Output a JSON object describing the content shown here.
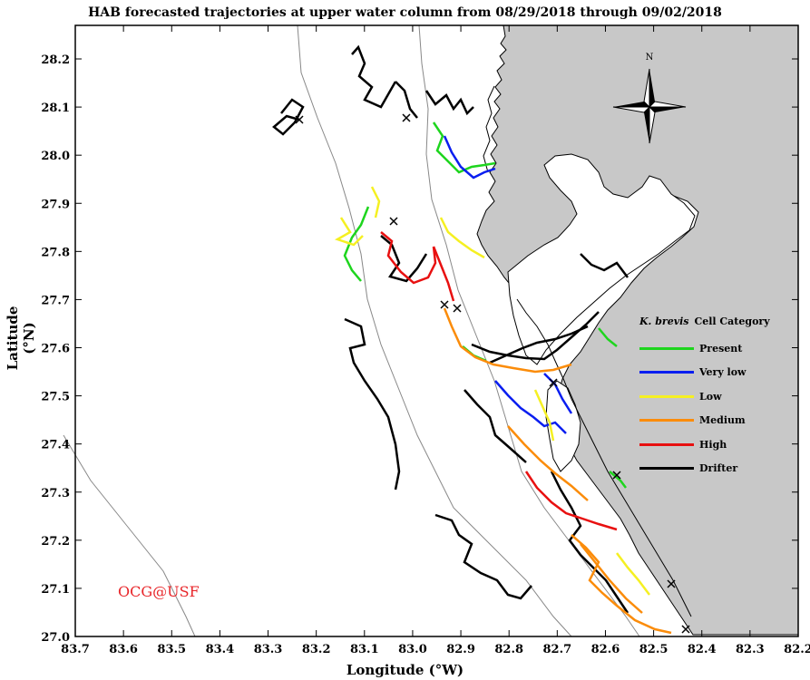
{
  "title": "HAB forecasted trajectories at upper water column from 08/29/2018 through 09/02/2018",
  "x_axis": {
    "label": "Longitude (°W)",
    "ticks": [
      "83.7",
      "83.6",
      "83.5",
      "83.4",
      "83.3",
      "83.2",
      "83.1",
      "83.0",
      "82.9",
      "82.8",
      "82.7",
      "82.6",
      "82.5",
      "82.4",
      "82.3",
      "82.2"
    ]
  },
  "y_axis": {
    "label": "Latitude (°N)",
    "ticks": [
      "28.2",
      "28.1",
      "28.0",
      "27.9",
      "27.8",
      "27.7",
      "27.6",
      "27.5",
      "27.4",
      "27.3",
      "27.2",
      "27.1",
      "27.0"
    ]
  },
  "compass": {
    "label": "N",
    "icon": "compass-rose-icon"
  },
  "legend": {
    "species": "K. brevis",
    "heading": "Cell Category",
    "items": [
      {
        "label": "Present",
        "color": "#1ed51e"
      },
      {
        "label": "Very low",
        "color": "#0a1ef0"
      },
      {
        "label": "Low",
        "color": "#f5f022"
      },
      {
        "label": "Medium",
        "color": "#fb8c0a"
      },
      {
        "label": "High",
        "color": "#e81010"
      },
      {
        "label": "Drifter",
        "color": "#000000"
      }
    ]
  },
  "watermark": "OCG@USF",
  "colors": {
    "land": "#c8c8c8",
    "water": "#ffffff",
    "contour": "#888888"
  }
}
